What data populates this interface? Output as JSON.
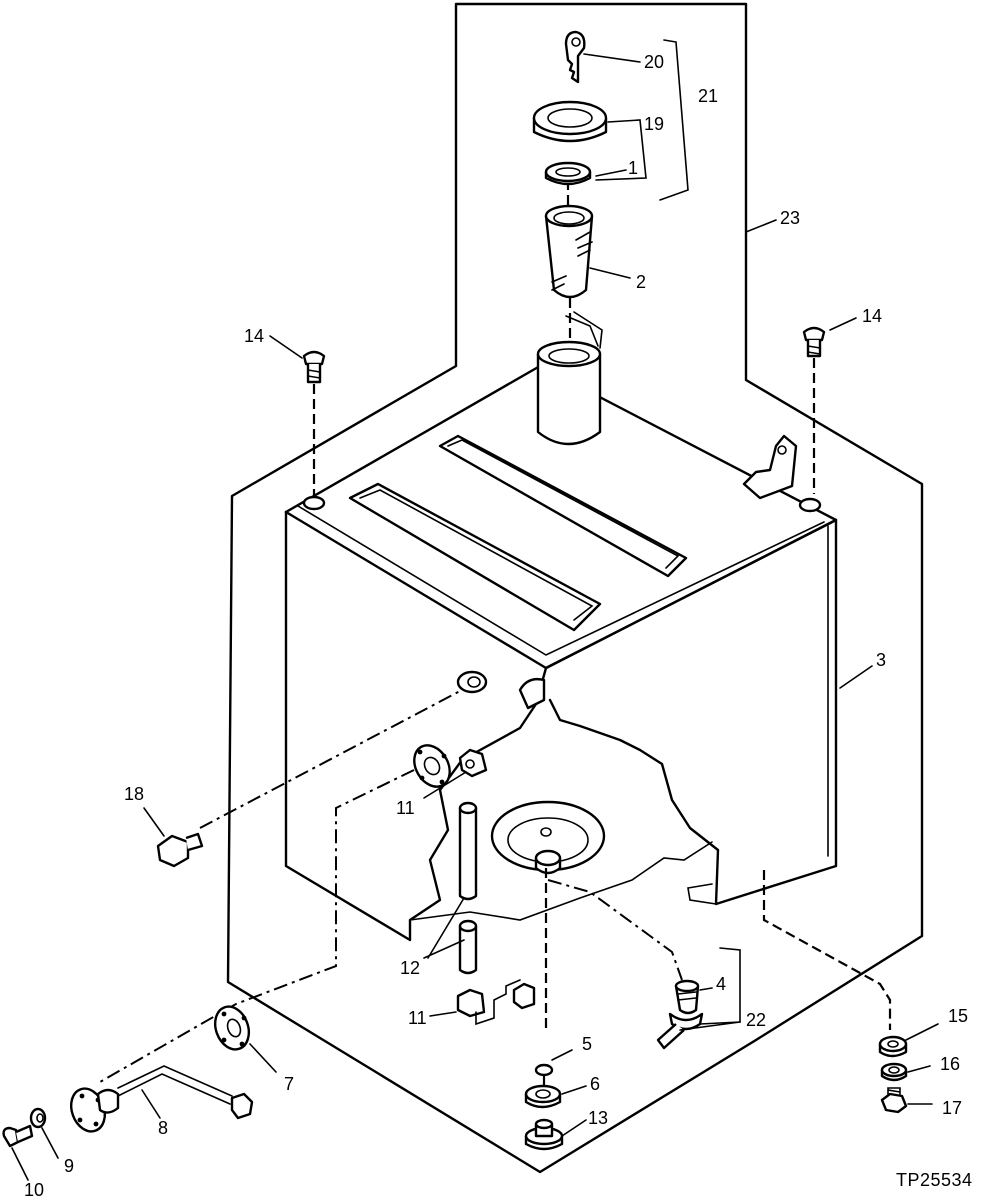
{
  "figure_id": "TP25534",
  "callouts": {
    "c1": "1",
    "c2": "2",
    "c3": "3",
    "c4": "4",
    "c5": "5",
    "c6": "6",
    "c7": "7",
    "c8": "8",
    "c9": "9",
    "c10": "10",
    "c11a": "11",
    "c11b": "11",
    "c12": "12",
    "c13": "13",
    "c14a": "14",
    "c14b": "14",
    "c15": "15",
    "c16": "16",
    "c17": "17",
    "c18": "18",
    "c19": "19",
    "c20": "20",
    "c21": "21",
    "c22": "22",
    "c23": "23"
  }
}
